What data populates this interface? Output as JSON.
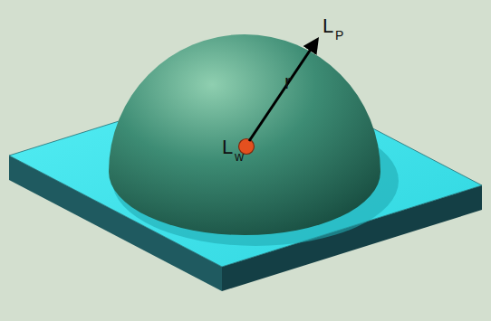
{
  "diagram": {
    "labels": [
      "L",
      "w",
      "r",
      "L",
      "P"
    ]
  }
}
